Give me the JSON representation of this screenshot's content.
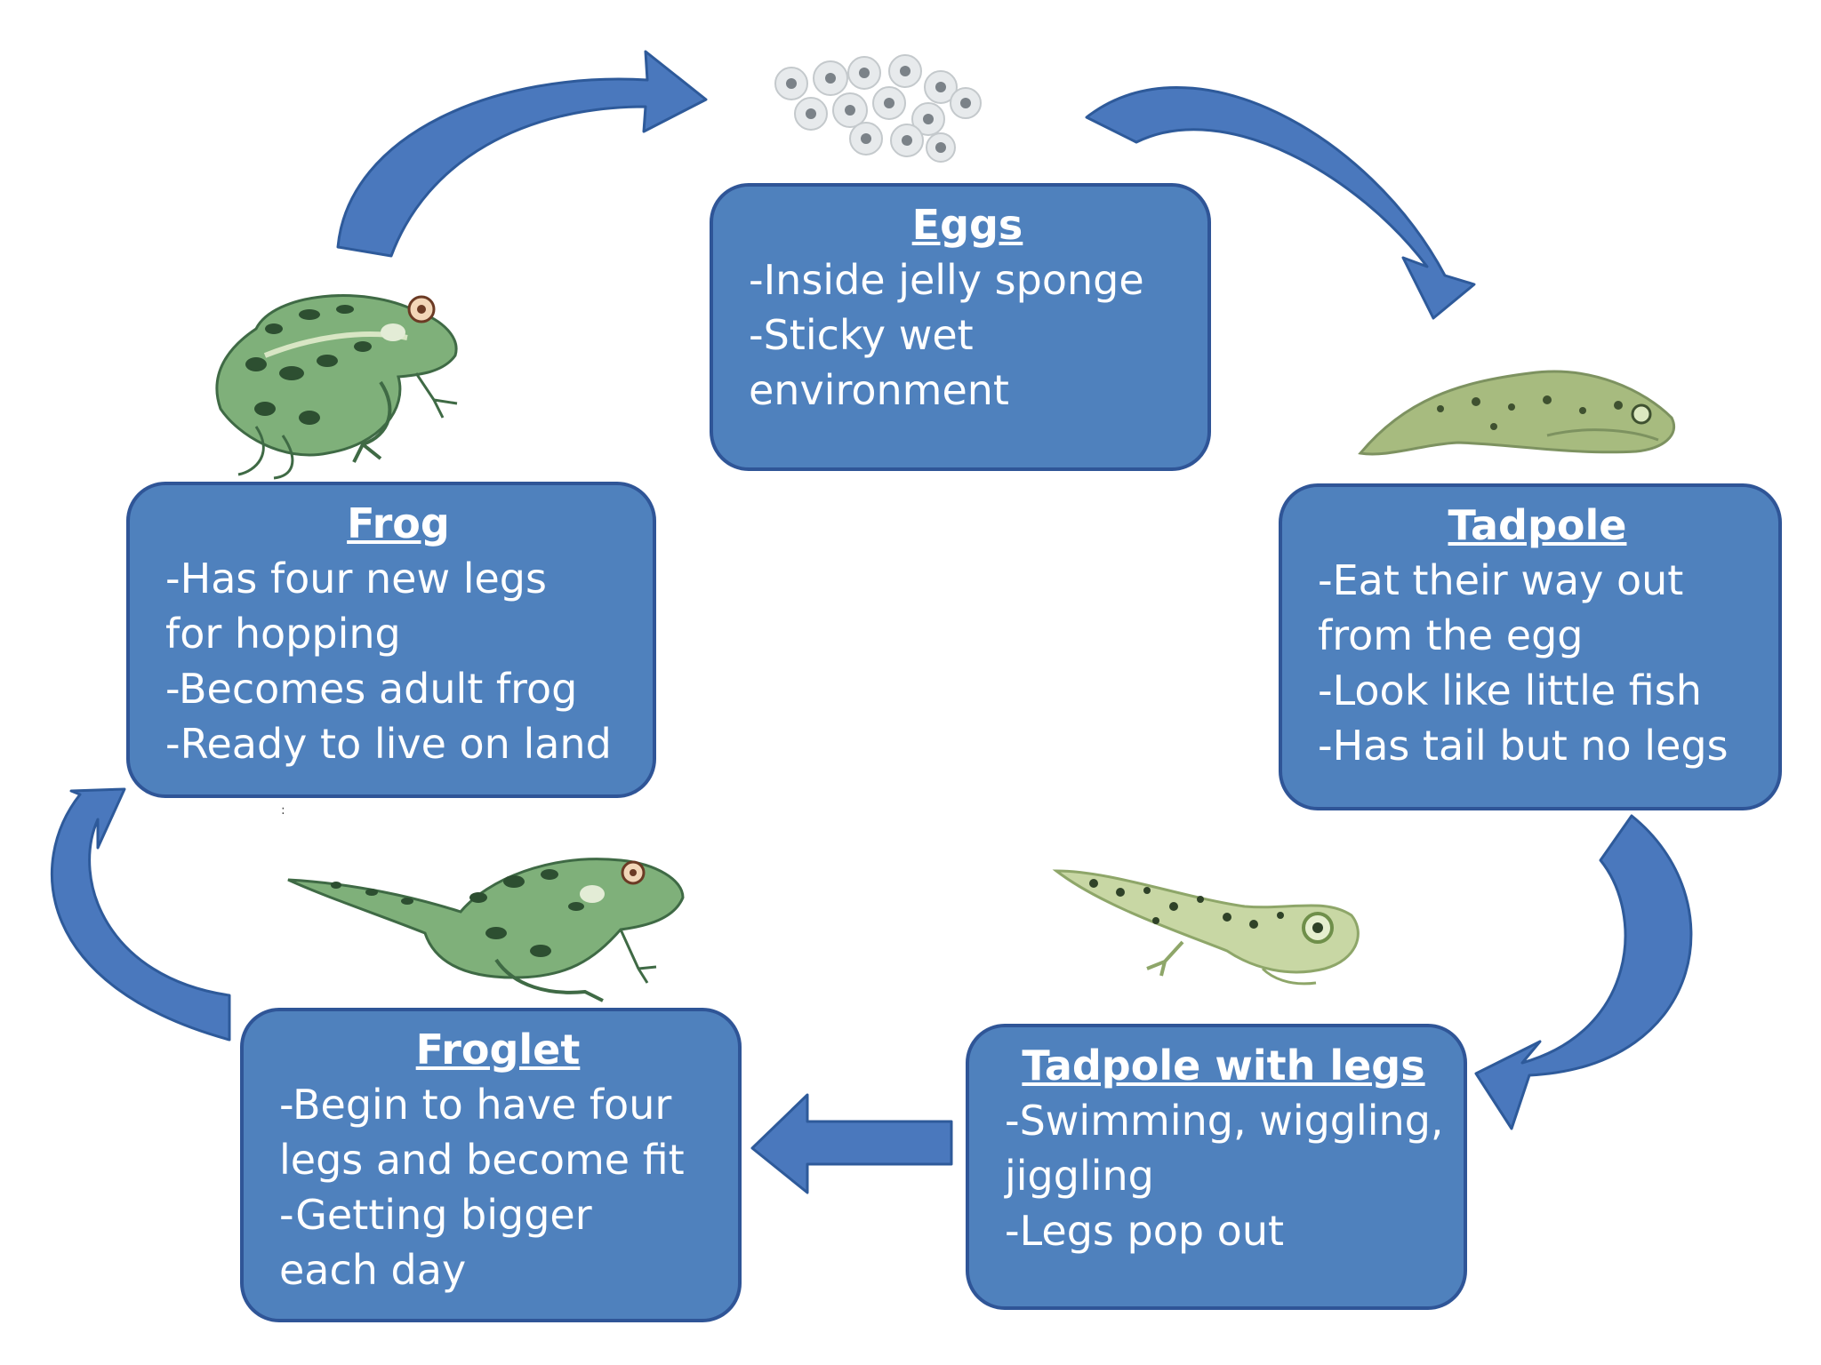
{
  "stages": {
    "eggs": {
      "title": "Eggs",
      "lines": [
        "-Inside jelly sponge",
        "-Sticky wet",
        "environment"
      ]
    },
    "tadpole": {
      "title": "Tadpole",
      "lines": [
        "-Eat their way out",
        "from the egg",
        "-Look like little fish",
        "-Has tail but no legs"
      ]
    },
    "tadpole_with_legs": {
      "title": "Tadpole with legs",
      "lines": [
        "-Swimming, wiggling,",
        "jiggling",
        "-Legs pop out"
      ]
    },
    "froglet": {
      "title": "Froglet",
      "lines": [
        "-Begin to have four",
        "legs and become fit",
        "-Getting bigger",
        "each day"
      ]
    },
    "frog": {
      "title": "Frog",
      "lines": [
        "-Has four new legs",
        "for hopping",
        "-Becomes adult frog",
        "-Ready to live on land"
      ]
    }
  },
  "stray_mark": ":",
  "colors": {
    "box_fill": "#4f81bd",
    "box_border": "#2f5597",
    "arrow_fill": "#4a78bd",
    "arrow_stroke": "#2e5a9a",
    "frog_green": "#7fb07a",
    "frog_dark": "#3f6a45"
  }
}
